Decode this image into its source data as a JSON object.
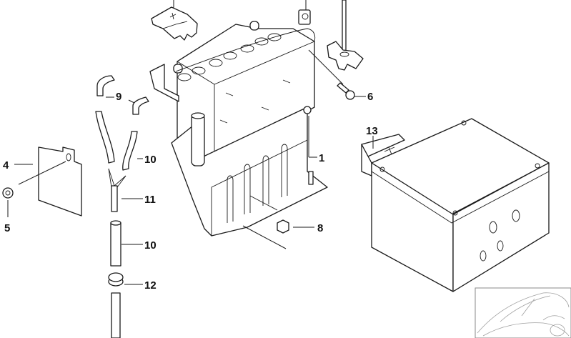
{
  "diagram": {
    "type": "exploded-parts-diagram",
    "subject": "battery tray assembly",
    "callouts": [
      {
        "id": "c1",
        "label": "1",
        "part": "battery tray"
      },
      {
        "id": "c4",
        "label": "4",
        "part": "bracket plate"
      },
      {
        "id": "c5",
        "label": "5",
        "part": "nut"
      },
      {
        "id": "c6",
        "label": "6",
        "part": "bolt"
      },
      {
        "id": "c8",
        "label": "8",
        "part": "nut"
      },
      {
        "id": "c9",
        "label": "9",
        "part": "elbow connector"
      },
      {
        "id": "c10a",
        "label": "10",
        "part": "vent hose"
      },
      {
        "id": "c10b",
        "label": "10",
        "part": "vent hose"
      },
      {
        "id": "c11",
        "label": "11",
        "part": "Y-connector"
      },
      {
        "id": "c12",
        "label": "12",
        "part": "grommet"
      },
      {
        "id": "c13",
        "label": "13",
        "part": "battery box"
      }
    ],
    "thumbnail": {
      "subject": "vehicle-outline",
      "position": "bottom-right"
    }
  }
}
